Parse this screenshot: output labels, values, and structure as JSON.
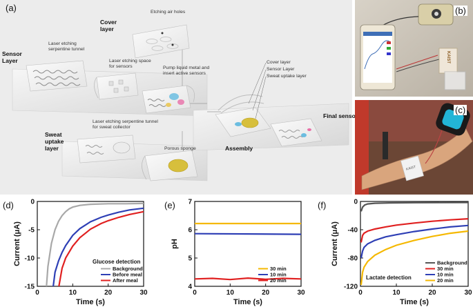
{
  "panels": {
    "a": "(a)",
    "b": "(b)",
    "c": "(c)",
    "d": "(d)",
    "e": "(e)",
    "f": "(f)"
  },
  "schematic": {
    "layers": {
      "cover": "Cover layer",
      "sensor": "Sensor Layer",
      "sweat": "Sweat uptake layer",
      "final": "Final sensor",
      "assembly": "Assembly"
    },
    "annotations": {
      "etching_air_holes": "Etching air holes",
      "serpentine_tunnel": "Laser etching serpentine tunnel",
      "space_for_sensors": "Laser etching space for sensors",
      "pump_liquid_metal": "Pump liquid metal and insert active sensors",
      "cover_layer": "Cover layer",
      "sensor_layer": "Sensor Layer",
      "sweat_uptake_layer": "Sweat uptake layer",
      "serpentine_collector": "Laser etching serpentine tunnel for sweat collector",
      "porous_sponge": "Porous sponge"
    }
  },
  "photos": {
    "tape_label": "KAIST",
    "armband_label": "KAIST"
  },
  "chart_data": [
    {
      "type": "line",
      "panel": "d",
      "title": "",
      "xlabel": "Time (s)",
      "ylabel": "Current (μA)",
      "xlim": [
        0,
        30
      ],
      "ylim": [
        -15,
        0
      ],
      "xticks": [
        "0",
        "10",
        "20",
        "30"
      ],
      "yticks": [
        "0",
        "-5",
        "-10",
        "-15"
      ],
      "legend_title": "Glucose detection",
      "legend_position": "bottom-right",
      "series": [
        {
          "name": "Background",
          "color": "#a8a8a8",
          "points": [
            [
              2.6,
              -15
            ],
            [
              3,
              -11.5
            ],
            [
              4,
              -7.4
            ],
            [
              5,
              -5
            ],
            [
              6,
              -3.5
            ],
            [
              7,
              -2.5
            ],
            [
              8,
              -1.8
            ],
            [
              9,
              -1.3
            ],
            [
              10,
              -1.0
            ],
            [
              12,
              -0.7
            ],
            [
              15,
              -0.5
            ],
            [
              20,
              -0.4
            ],
            [
              25,
              -0.4
            ],
            [
              30,
              -0.35
            ]
          ]
        },
        {
          "name": "Before meal",
          "color": "#2e3fb5",
          "points": [
            [
              4.5,
              -15
            ],
            [
              5,
              -12.5
            ],
            [
              6,
              -10.5
            ],
            [
              7,
              -9
            ],
            [
              8,
              -7.8
            ],
            [
              10,
              -6
            ],
            [
              12,
              -4.8
            ],
            [
              15,
              -3.6
            ],
            [
              18,
              -2.8
            ],
            [
              20,
              -2.4
            ],
            [
              23,
              -1.9
            ],
            [
              26,
              -1.5
            ],
            [
              30,
              -1.2
            ]
          ]
        },
        {
          "name": "After meal",
          "color": "#e02020",
          "points": [
            [
              6.1,
              -15
            ],
            [
              7,
              -11.8
            ],
            [
              8,
              -10
            ],
            [
              10,
              -7.9
            ],
            [
              12,
              -6.4
            ],
            [
              15,
              -4.9
            ],
            [
              18,
              -3.9
            ],
            [
              20,
              -3.4
            ],
            [
              23,
              -2.8
            ],
            [
              26,
              -2.3
            ],
            [
              30,
              -1.8
            ]
          ]
        }
      ]
    },
    {
      "type": "line",
      "panel": "e",
      "title": "",
      "xlabel": "Time (s)",
      "ylabel": "pH",
      "xlim": [
        0,
        30
      ],
      "ylim": [
        4,
        7
      ],
      "xticks": [
        "0",
        "10",
        "20",
        "30"
      ],
      "yticks": [
        "4",
        "5",
        "6",
        "7"
      ],
      "legend_position": "bottom-right",
      "series": [
        {
          "name": "30 min",
          "color": "#f5b800",
          "points": [
            [
              0,
              6.22
            ],
            [
              30,
              6.22
            ]
          ]
        },
        {
          "name": "10 min",
          "color": "#2e3fb5",
          "points": [
            [
              0,
              5.86
            ],
            [
              30,
              5.84
            ]
          ]
        },
        {
          "name": "20 min",
          "color": "#e02020",
          "points": [
            [
              0,
              4.26
            ],
            [
              5,
              4.28
            ],
            [
              10,
              4.24
            ],
            [
              15,
              4.29
            ],
            [
              20,
              4.25
            ],
            [
              25,
              4.28
            ],
            [
              30,
              4.26
            ]
          ]
        }
      ]
    },
    {
      "type": "line",
      "panel": "f",
      "title": "",
      "xlabel": "Time (s)",
      "ylabel": "Current (μA)",
      "xlim": [
        0,
        30
      ],
      "ylim": [
        -120,
        0
      ],
      "xticks": [
        "0",
        "10",
        "20",
        "30"
      ],
      "yticks": [
        "0",
        "-40",
        "-80",
        "-120"
      ],
      "legend_title": "Lactate detection",
      "legend_position": "bottom-right",
      "series": [
        {
          "name": "Background",
          "color": "#555555",
          "points": [
            [
              0.2,
              -14
            ],
            [
              0.6,
              -8
            ],
            [
              1.2,
              -5
            ],
            [
              2,
              -3.5
            ],
            [
              4,
              -2.5
            ],
            [
              8,
              -2
            ],
            [
              15,
              -1.8
            ],
            [
              30,
              -1.5
            ]
          ]
        },
        {
          "name": "30 min",
          "color": "#e02020",
          "points": [
            [
              0.2,
              -58
            ],
            [
              0.6,
              -48
            ],
            [
              1,
              -45
            ],
            [
              2,
              -42
            ],
            [
              4,
              -39
            ],
            [
              7,
              -36
            ],
            [
              10,
              -33.5
            ],
            [
              15,
              -30.5
            ],
            [
              20,
              -28
            ],
            [
              25,
              -26
            ],
            [
              30,
              -24.5
            ]
          ]
        },
        {
          "name": "10 min",
          "color": "#2e3fb5",
          "points": [
            [
              0.2,
              -80
            ],
            [
              0.6,
              -70
            ],
            [
              1,
              -65
            ],
            [
              2,
              -60
            ],
            [
              4,
              -55
            ],
            [
              7,
              -50
            ],
            [
              10,
              -47
            ],
            [
              15,
              -42.5
            ],
            [
              20,
              -39
            ],
            [
              25,
              -36
            ],
            [
              30,
              -34
            ]
          ]
        },
        {
          "name": "20 min",
          "color": "#f5b800",
          "points": [
            [
              0.2,
              -118
            ],
            [
              0.6,
              -100
            ],
            [
              1,
              -93
            ],
            [
              2,
              -85
            ],
            [
              4,
              -76
            ],
            [
              7,
              -68
            ],
            [
              10,
              -62
            ],
            [
              15,
              -55
            ],
            [
              20,
              -49.5
            ],
            [
              25,
              -45
            ],
            [
              30,
              -42
            ]
          ]
        }
      ]
    }
  ]
}
